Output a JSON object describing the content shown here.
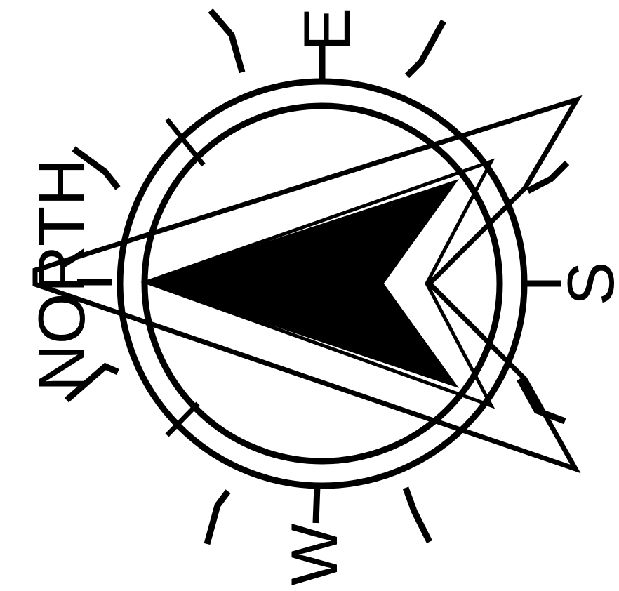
{
  "labels": {
    "north": "NORTH",
    "east": "E",
    "south": "S",
    "west": "W"
  },
  "colors": {
    "ink": "#000000",
    "background": "#ffffff"
  }
}
